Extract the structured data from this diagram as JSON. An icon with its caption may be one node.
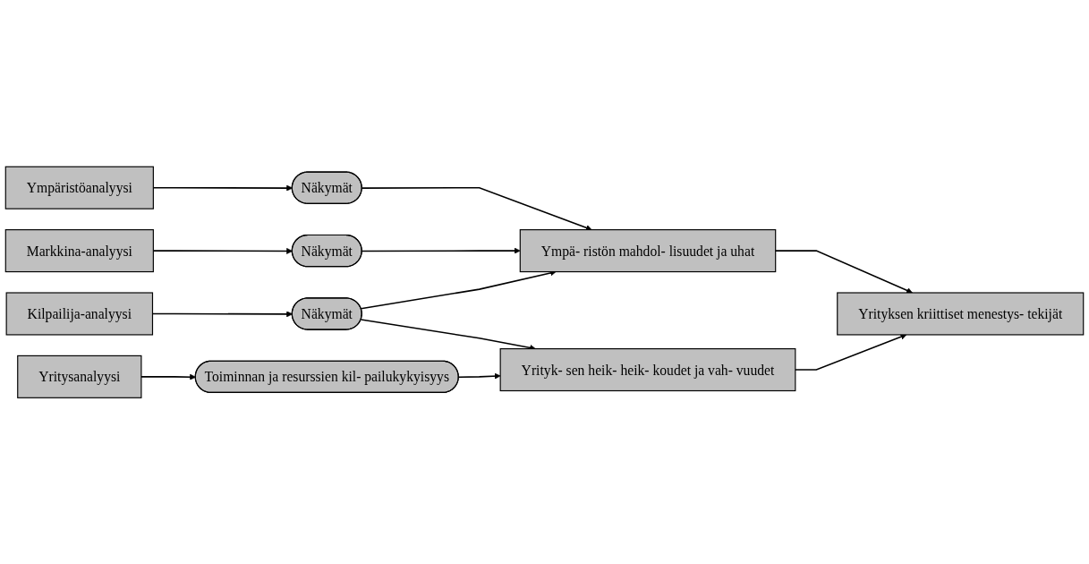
{
  "diagram": {
    "nodes": [
      {
        "text": [
          "Ympäristöanalyysi"
        ]
      },
      {
        "text": [
          "Näkymät"
        ]
      },
      {
        "text": [
          "Markkina-analyysi"
        ]
      },
      {
        "text": [
          "Näkymät"
        ]
      },
      {
        "text": [
          "Kilpailija-analyysi"
        ]
      },
      {
        "text": [
          "Näkymät"
        ]
      },
      {
        "text": [
          "Yritysanalyysi"
        ]
      },
      {
        "text": [
          "Toiminnan ja resurssien kil- pailukykyisyys"
        ]
      },
      {
        "text": [
          "Ympä- ristön mahdol- lisuudet ja uhat"
        ]
      },
      {
        "text": [
          "Yrityk- sen heik- heik- koudet ja vah- vuudet"
        ]
      },
      {
        "text": [
          "Yrityksen kriittiset menestys- tekijät"
        ]
      }
    ],
    "edges": [
      {
        "from": 0,
        "to": 1,
        "arrow": "to"
      },
      {
        "from": 2,
        "to": 3,
        "arrow": "to"
      },
      {
        "from": 4,
        "to": 5,
        "arrow": "to"
      },
      {
        "from": 6,
        "to": 7,
        "arrow": "to"
      },
      {
        "from": 1,
        "to": 8,
        "arrow": "to"
      },
      {
        "from": 3,
        "to": 8,
        "arrow": "to"
      },
      {
        "from": 5,
        "to": 8,
        "arrow": "to"
      },
      {
        "from": 5,
        "to": 9,
        "arrow": "to"
      },
      {
        "from": 7,
        "to": 9,
        "arrow": "to"
      },
      {
        "from": 8,
        "to": 10,
        "arrow": "to"
      },
      {
        "from": 9,
        "to": 10,
        "arrow": "to"
      }
    ]
  }
}
